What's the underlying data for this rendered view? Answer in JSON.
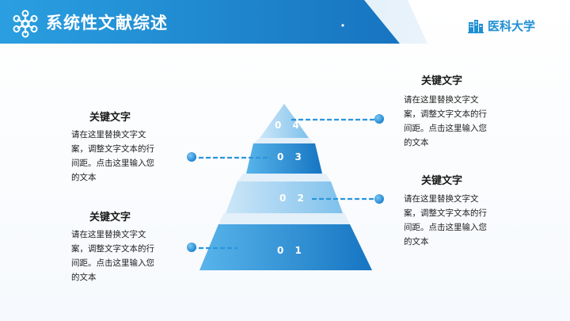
{
  "header": {
    "title": "系统性文献综述",
    "logo_text": "医科大学"
  },
  "colors": {
    "primary": "#1f8fd4",
    "accent": "#2a95dc",
    "light": "#a9d3f1"
  },
  "icons": {
    "title": "molecule-icon",
    "logo": "university-building-icon"
  },
  "pyramid": {
    "levels": [
      {
        "label": "0 1"
      },
      {
        "label": "0 2"
      },
      {
        "label": "0 3"
      },
      {
        "label": "0 4"
      }
    ]
  },
  "blocks": {
    "left_top": {
      "title": "关键文字",
      "body": "请在这里替换文字文案，调整文字文本的行间距。点击这里输入您的文本"
    },
    "left_bottom": {
      "title": "关键文字",
      "body": "请在这里替换文字文案，调整文字文本的行间距。点击这里输入您的文本"
    },
    "right_top": {
      "title": "关键文字",
      "body": "请在这里替换文字文案，调整文字文本的行间距。点击这里输入您的文本"
    },
    "right_bottom": {
      "title": "关键文字",
      "body": "请在这里替换文字文案，调整文字文本的行间距。点击这里输入您的文本"
    }
  }
}
